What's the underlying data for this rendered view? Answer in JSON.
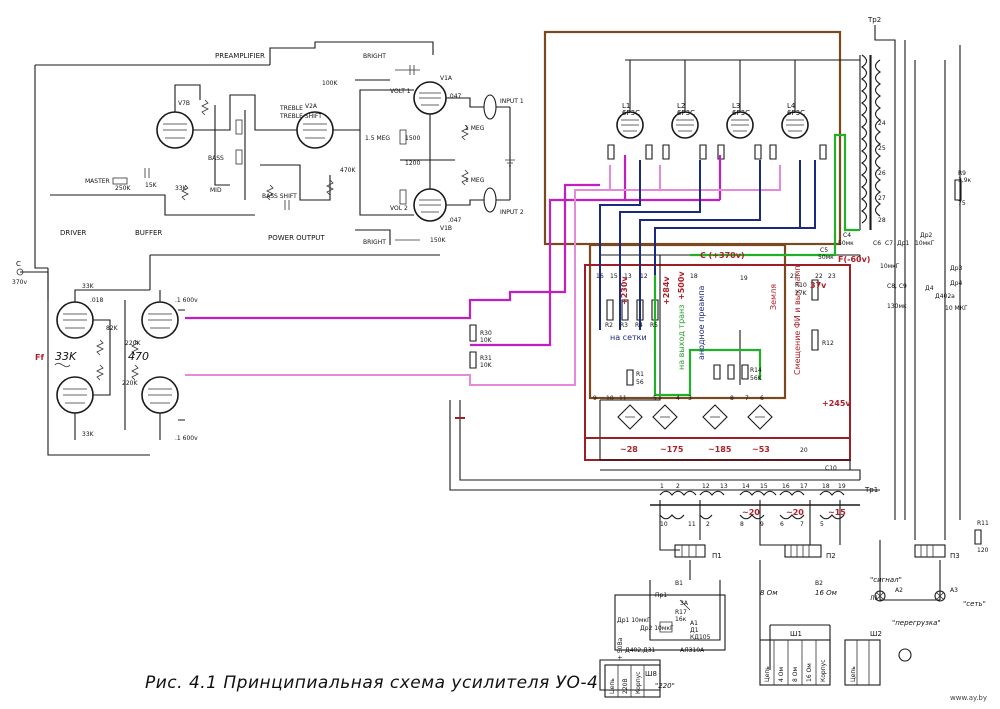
{
  "caption": "Рис. 4.1 Принципиальная схема усилителя УО-4",
  "watermark": "www.ay.by",
  "colors": {
    "brown": "#7a4a1e",
    "dark_red": "#9c1f28",
    "magenta": "#c020c0",
    "pink": "#e58ad8",
    "green": "#22b02a",
    "navy": "#1a2a80",
    "black": "#1a1a1a",
    "red_text": "#b0202a",
    "paper": "#ffffff"
  },
  "left_section": {
    "preamplifier": "PREAMPLIFIER",
    "driver": "DRIVER",
    "buffer": "BUFFER",
    "power_output": "POWER OUTPUT",
    "master": "MASTER",
    "bass": "BASS",
    "mid": "MID",
    "treble": "TREBLE",
    "treble_shift": "TREBLE SHIFT",
    "bass_shift": "BASS SHIFT",
    "bright": "BRIGHT",
    "bright2": "BRIGHT",
    "volt1": "VOLT 1",
    "vol2": "VOL 2",
    "input1": "INPUT 1",
    "input2": "INPUT 2",
    "v7b": "V7B",
    "v1a": "V1A",
    "v1b": "V1B",
    "v2a": "V2A",
    "r_33k_a": "33K",
    "r_33k_b": "33K",
    "r_33k_c": "33K",
    "r_100k": "100K",
    "r_470k": "470K",
    "r_220k": "220K",
    "r_150k": "150K",
    "r_1meg": "1 MEG",
    "r_1meg2": "1 MEG",
    "r_1m5": "1.5 MEG",
    "r_1500": "1500",
    "r_1200": "1200",
    "c_047": ".047",
    "c_047b": ".047",
    "c_600v": ".1 600v",
    "c_600v2": ".1 600v",
    "c_node": "C",
    "c_node_v": "370v",
    "ff": "Ff",
    "ff_33k": "33K",
    "r_470": "470",
    "c_250k": "250K",
    "c_15k": "15K",
    "c_220k": "220K",
    "c_82k": "82K",
    "c_18": ".018"
  },
  "tubes": [
    {
      "id": "L1",
      "type": "6P3C"
    },
    {
      "id": "L2",
      "type": "6P3C"
    },
    {
      "id": "L3",
      "type": "6P3C"
    },
    {
      "id": "L4",
      "type": "6P3C"
    }
  ],
  "right_section": {
    "tr2": "Тр2",
    "tr1": "Тр1",
    "pins": [
      "16",
      "15",
      "13",
      "12",
      "9",
      "10",
      "11",
      "5",
      "4",
      "3",
      "8",
      "7",
      "6",
      "19",
      "18",
      "21",
      "22",
      "23",
      "24",
      "25",
      "26",
      "27",
      "28"
    ],
    "node_c": "C (+370v)",
    "node_f": "F(-60v)",
    "v230": "+230v",
    "v284": "+284v",
    "v500": "+500v",
    "v37": "37v",
    "v245": "+245v",
    "ac_28": "~28",
    "ac_175": "~175",
    "ac_185": "~185",
    "ac_53": "~53",
    "ac_20a": "~20",
    "ac_20b": "~20",
    "ac_15": "~15",
    "label_grids": "на сетки",
    "label_out": "на выход транз",
    "label_anode": "анодное преампа",
    "label_ground": "Земля",
    "label_bias": "Смещение ФИ и вых ламп",
    "r30": "R30",
    "r30v": "10K",
    "r31": "R31",
    "r31v": "10K",
    "r1": "R1",
    "r1v": "56",
    "r2": "R2",
    "r3": "R3",
    "r4": "R4",
    "r5": "R5",
    "r10": "R10",
    "r10v": "27K",
    "r11": "R11",
    "r11v": "120",
    "r12": "R12",
    "r14": "R14",
    "r14v": "56K",
    "c4": "C4",
    "c4v": "50мк",
    "c5": "C5",
    "c5v": "50мк",
    "c6": "C6",
    "c7": "C7",
    "c7v": "10мкГ",
    "c8": "C8, C9",
    "c8v": "130мк",
    "c10": "C10",
    "dr1": "Др1",
    "dr2": "Др2",
    "dr2v": "10мкГ",
    "dr3": "Др3",
    "dr4": "Др4",
    "dr4v": "10 МКГ",
    "r9": "R9",
    "r9v": "3,9к",
    "r9b": "75",
    "r_d": "Д4",
    "d402": "Д402а",
    "tr_windings": [
      "1",
      "2",
      "10",
      "11",
      "12",
      "13",
      "14",
      "15",
      "16",
      "17",
      "18",
      "19",
      "20"
    ],
    "tr_blocks": [
      "8",
      "9",
      "6",
      "7",
      "5",
      "2"
    ],
    "p1": "П1",
    "p2": "П2",
    "p3": "П3",
    "v1": "В1",
    "v2": "В2",
    "a1": "А1",
    "a2": "А2",
    "a3": "А3",
    "l1": "Л1",
    "pr1": "Пр1",
    "pr1v": "3А",
    "r17": "R17",
    "r17v": "16к",
    "d1": "Д1",
    "d1v": "КД105",
    "dr_a": "Др1 10мкГ",
    "dr_b": "Др2 10мкГ",
    "d402b": "Д402,Д31",
    "al": "АЛ310А",
    "ohm8": "8 Ом",
    "ohm16": "16 Ом",
    "signal": "\"сигнал\"",
    "network": "\"сеть\"",
    "overload": "\"перегрузка\"",
    "sh1": "Ш1",
    "sh2": "Ш2",
    "sh8": "Ш8",
    "v220": "\"220\"",
    "socket_labels": [
      "Цепь",
      "220В",
      "Корпус",
      "+ 50Ва",
      "~"
    ],
    "out_labels": [
      "Цепь",
      "4 Ом",
      "8 Ом",
      "16 Ом",
      "Корпус"
    ],
    "left_block_label": "Цепь"
  }
}
